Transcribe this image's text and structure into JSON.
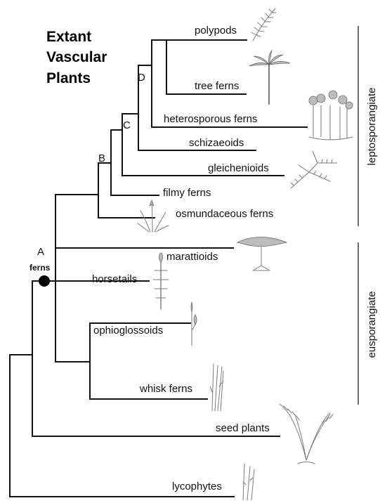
{
  "title": {
    "line1": "Extant",
    "line2": "Vascular",
    "line3": "Plants"
  },
  "nodes": {
    "A": "A",
    "A_sub": "ferns",
    "B": "B",
    "C": "C",
    "D": "D"
  },
  "taxa": {
    "polypods": "polypods",
    "tree_ferns": "tree ferns",
    "heterosporous_ferns": "heterosporous ferns",
    "schizaeoids": "schizaeoids",
    "gleichenioids": "gleichenioids",
    "filmy_ferns": "filmy ferns",
    "osmundaceous_ferns": "osmundaceous ferns",
    "marattioids": "marattioids",
    "horsetails": "horsetails",
    "ophioglossoids": "ophioglossoids",
    "whisk_ferns": "whisk ferns",
    "seed_plants": "seed plants",
    "lycophytes": "lycophytes"
  },
  "groups": {
    "leptosporangiate": "leptosporangiate",
    "eusporangiate": "eusporangiate"
  }
}
